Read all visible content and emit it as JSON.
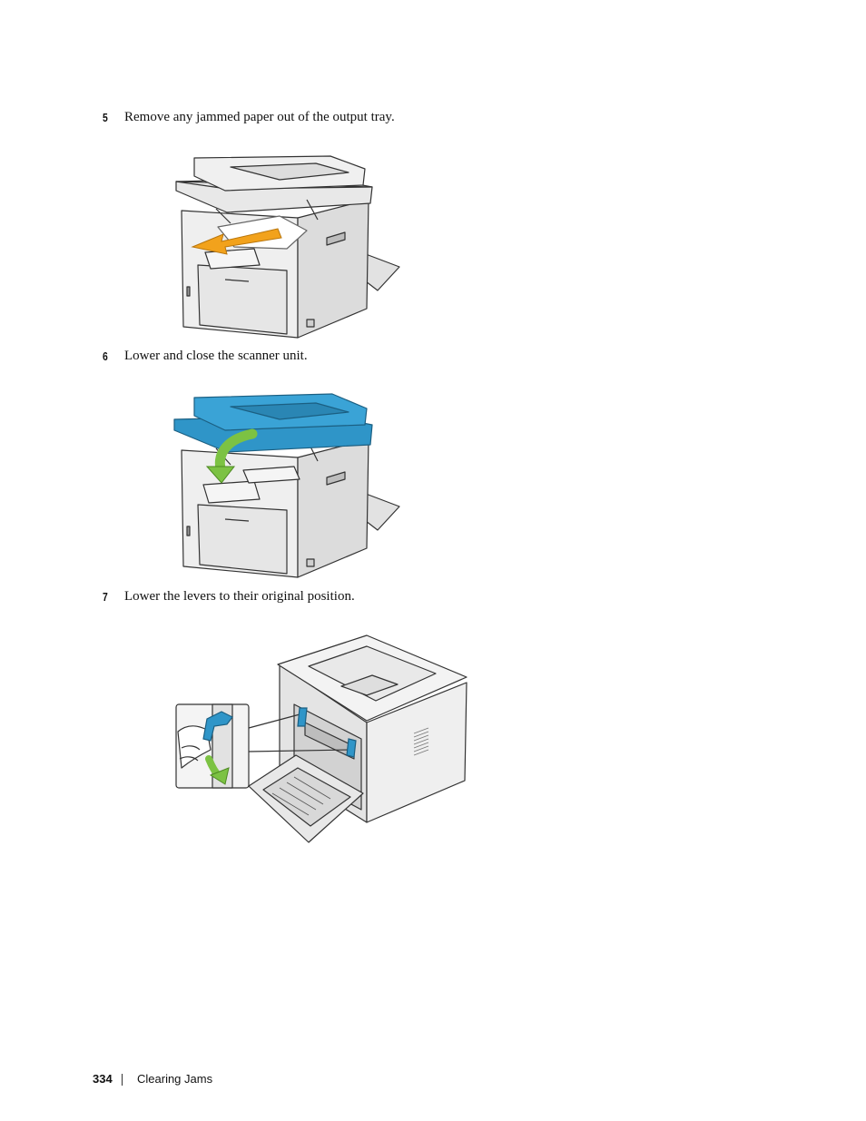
{
  "steps": [
    {
      "number": "5",
      "text": "Remove any jammed paper out of the output tray."
    },
    {
      "number": "6",
      "text": "Lower and close the scanner unit."
    },
    {
      "number": "7",
      "text": "Lower the levers to their original position."
    }
  ],
  "footer": {
    "page_number": "334",
    "section_title": "Clearing Jams"
  },
  "colors": {
    "highlight_blue": "#2f95c8",
    "arrow_orange": "#f2a21c",
    "arrow_green": "#7cc243",
    "outline": "#333333",
    "printer_gray": "#ececec"
  }
}
